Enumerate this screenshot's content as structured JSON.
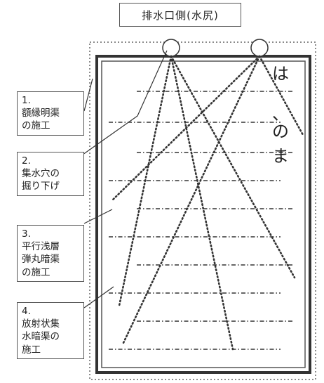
{
  "top_label": "排水口側(水尻)",
  "edge_glyphs": [
    "は",
    "、",
    "の",
    "ま"
  ],
  "callouts": [
    {
      "lines": [
        "1.",
        "額縁明渠",
        "の施工"
      ]
    },
    {
      "lines": [
        "2.",
        "集水穴の",
        "掘り下げ"
      ]
    },
    {
      "lines": [
        "3.",
        "平行浅層",
        "弾丸暗渠",
        "の施工"
      ]
    },
    {
      "lines": [
        "4.",
        "放射状集",
        "水暗渠の",
        "施工"
      ]
    }
  ]
}
